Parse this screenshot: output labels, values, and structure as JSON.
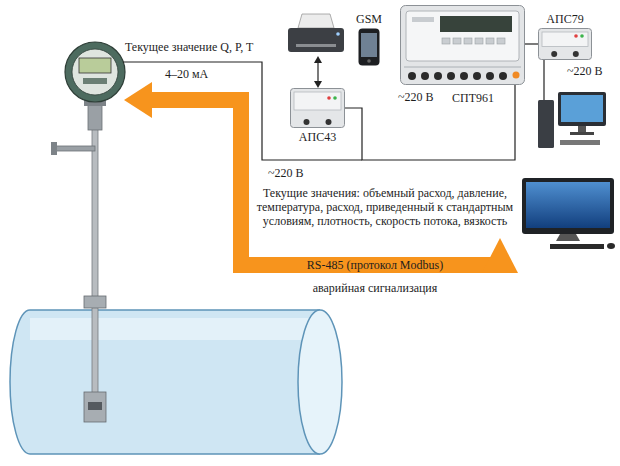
{
  "diagram": {
    "nodes": [
      {
        "text": [
          "GSM"
        ]
      },
      {
        "text": [
          "СПТ961"
        ]
      },
      {
        "text": [
          "АПС79"
        ]
      },
      {
        "text": [
          "АПС43"
        ]
      }
    ],
    "edges": [
      {
        "from": 3,
        "to": 1,
        "arrow": "none"
      },
      {
        "from": 1,
        "to": 2,
        "arrow": "none"
      }
    ],
    "labels": [
      "Текущее значение Q, P, T",
      "4–20 мА",
      "~220 В",
      "~220 В",
      "~220 В",
      "Текущие значения: объемный расход, давление, температура, расход, приведенный к стандартным условиям, плотность, скорость потока, вязкость",
      "RS-485 (протокол Modbus)",
      "аварийная сигнализация"
    ]
  }
}
